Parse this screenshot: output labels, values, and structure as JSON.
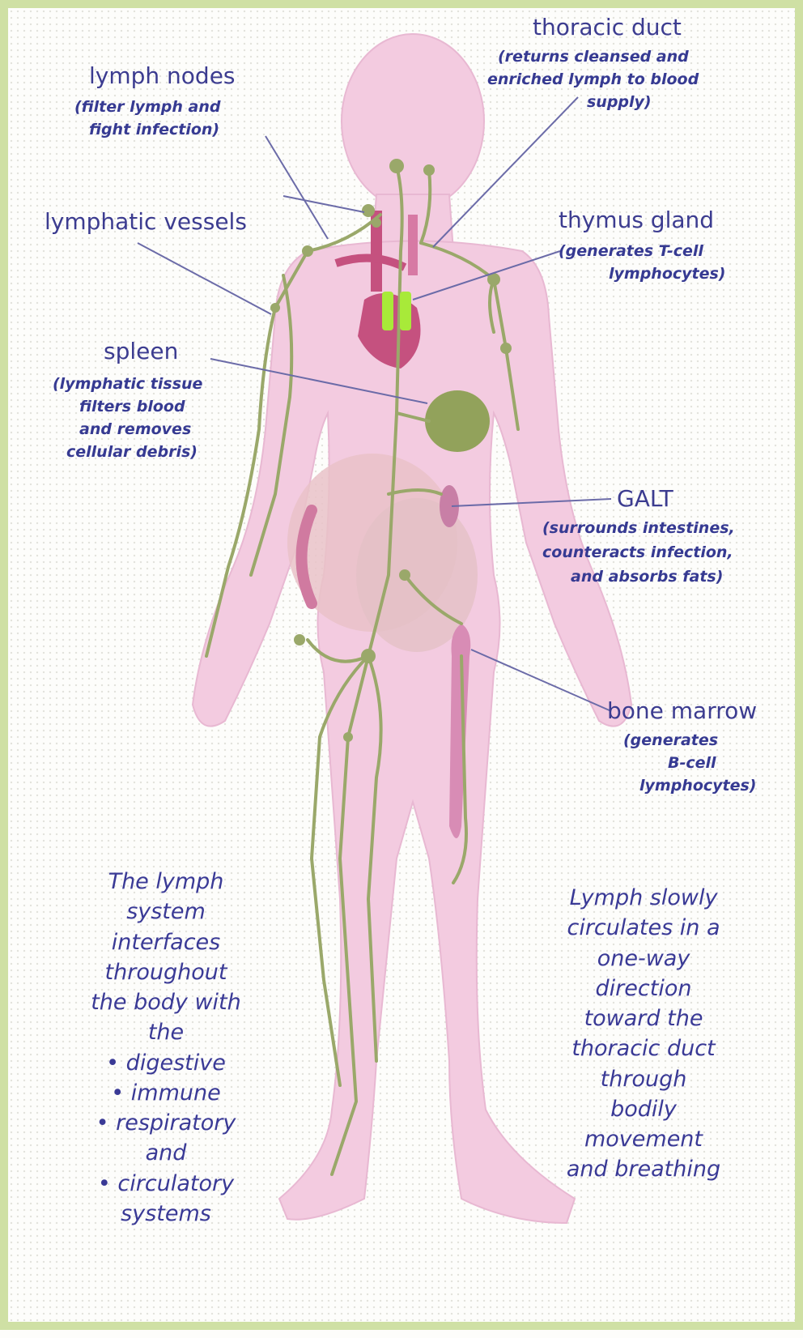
{
  "labels": {
    "thoracic_duct": {
      "title": "thoracic duct",
      "desc": [
        "(returns cleansed and",
        "enriched lymph to blood",
        "supply)"
      ]
    },
    "lymph_nodes": {
      "title": "lymph nodes",
      "desc": [
        "(filter lymph and",
        "fight infection)"
      ]
    },
    "lymphatic_vessels": {
      "title": "lymphatic vessels"
    },
    "thymus_gland": {
      "title": "thymus gland",
      "desc": [
        "(generates T-cell",
        "lymphocytes)"
      ]
    },
    "spleen": {
      "title": "spleen",
      "desc": [
        "(lymphatic tissue",
        "filters blood",
        "and removes",
        "cellular debris)"
      ]
    },
    "galt": {
      "title": "GALT",
      "desc": [
        "(surrounds intestines,",
        "counteracts infection,",
        "and absorbs fats)"
      ]
    },
    "bone_marrow": {
      "title": "bone marrow",
      "desc": [
        "(generates",
        "B-cell",
        "lymphocytes)"
      ]
    }
  },
  "notes": {
    "left": [
      "The lymph",
      "system",
      "interfaces",
      "throughout",
      "the body with",
      "the",
      "• digestive",
      "• immune",
      "• respiratory",
      "and",
      "• circulatory",
      "systems"
    ],
    "right": [
      "Lymph slowly",
      "circulates in a",
      "one-way",
      "direction",
      "toward the",
      "thoracic duct",
      "through",
      "bodily",
      "movement",
      "and breathing"
    ]
  },
  "colors": {
    "body": "#f2c9de",
    "lymph": "#9aa86a",
    "thymus": "#a6e83a",
    "heart": "#c24f7f",
    "spleen": "#93a35c",
    "text": "#38388a",
    "border": "#cfe0a4"
  }
}
